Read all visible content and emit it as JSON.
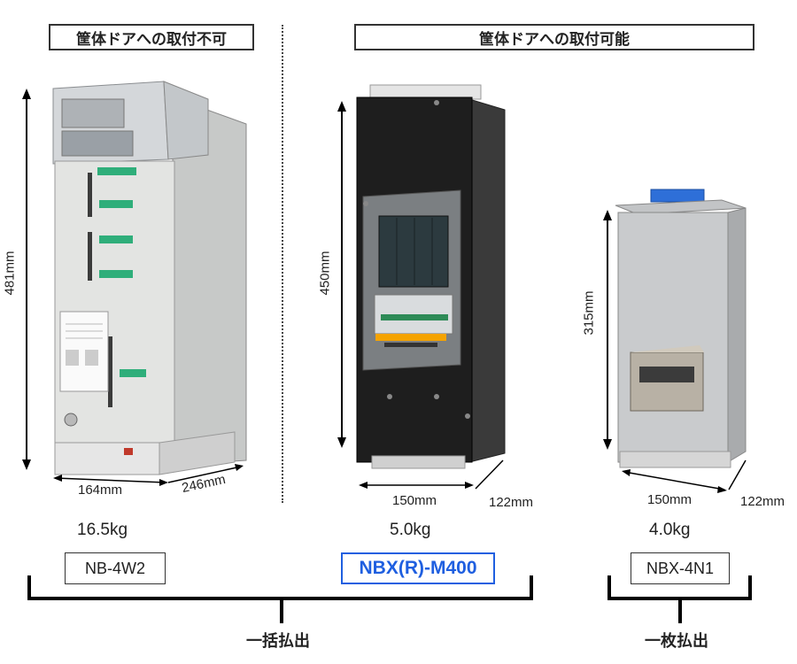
{
  "headers": {
    "left": "筐体ドアへの取付不可",
    "right": "筐体ドアへの取付可能"
  },
  "products": [
    {
      "height": "481mm",
      "width": "164mm",
      "depth": "246mm",
      "weight": "16.5kg",
      "model": "NB-4W2"
    },
    {
      "height": "450mm",
      "width": "150mm",
      "depth": "122mm",
      "weight": "5.0kg",
      "model": "NBX(R)-M400",
      "highlight_color": "#1f5fe0"
    },
    {
      "height": "315mm",
      "width": "150mm",
      "depth": "122mm",
      "weight": "4.0kg",
      "model": "NBX-4N1"
    }
  ],
  "groups": {
    "bulk": "一括払出",
    "single": "一枚払出"
  }
}
